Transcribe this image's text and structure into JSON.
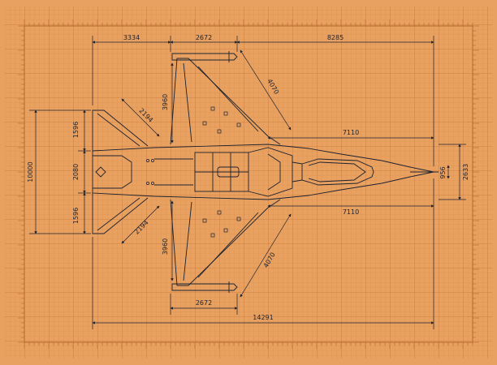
{
  "colors": {
    "paper": "#e8a160",
    "grid_minor": "#d98d4c",
    "grid_major": "#c9783a",
    "ink": "#1c2230"
  },
  "dimensions": {
    "top_left": "3334",
    "top_mid": "2672",
    "top_right": "8285",
    "wing_diag_top": "4070",
    "tail_diag_top": "2194",
    "root_top": "3960",
    "fuselage_top": "7110",
    "height_total": "10000",
    "tail_top": "1596",
    "tail_center": "2080",
    "tail_bottom": "1596",
    "nose_small": "956",
    "nose_span": "2633",
    "fuselage_bottom": "7110",
    "tail_diag_bottom": "2194",
    "root_bottom": "3960",
    "wing_diag_bottom": "4070",
    "bottom_mid": "2672",
    "length_total": "14291"
  }
}
